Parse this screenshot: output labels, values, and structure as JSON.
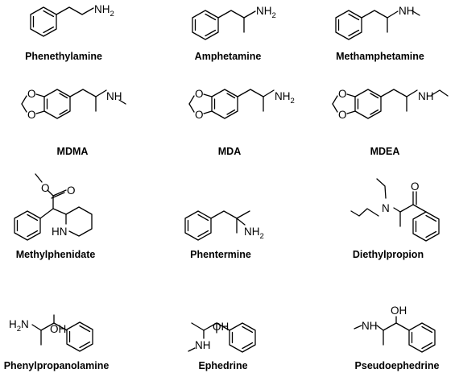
{
  "molecules": [
    {
      "id": "phenethylamine",
      "name": "Phenethylamine",
      "labels": {
        "amine_main": "NH",
        "amine_sub": "2"
      }
    },
    {
      "id": "amphetamine",
      "name": "Amphetamine",
      "labels": {
        "amine_main": "NH",
        "amine_sub": "2"
      }
    },
    {
      "id": "methamphetamine",
      "name": "Methamphetamine",
      "labels": {
        "amine": "NH"
      }
    },
    {
      "id": "mdma",
      "name": "MDMA",
      "labels": {
        "o1": "O",
        "o2": "O",
        "amine": "NH"
      }
    },
    {
      "id": "mda",
      "name": "MDA",
      "labels": {
        "o1": "O",
        "o2": "O",
        "amine_main": "NH",
        "amine_sub": "2"
      }
    },
    {
      "id": "mdea",
      "name": "MDEA",
      "labels": {
        "o1": "O",
        "o2": "O",
        "amine": "NH"
      }
    },
    {
      "id": "methylphenidate",
      "name": "Methylphenidate",
      "labels": {
        "ester_o": "O",
        "carbonyl_o": "O",
        "ring_n": "HN"
      }
    },
    {
      "id": "phentermine",
      "name": "Phentermine",
      "labels": {
        "amine_main": "NH",
        "amine_sub": "2"
      }
    },
    {
      "id": "diethylpropion",
      "name": "Diethylpropion",
      "labels": {
        "n": "N",
        "carbonyl_o": "O"
      }
    },
    {
      "id": "phenylpropanolamine",
      "name": "Phenylpropanolamine",
      "labels": {
        "oh": "OH",
        "amine_main": "H",
        "amine_sub": "2",
        "amine_n": "N"
      }
    },
    {
      "id": "ephedrine",
      "name": "Ephedrine",
      "labels": {
        "oh": "OH",
        "amine": "NH"
      }
    },
    {
      "id": "pseudoephedrine",
      "name": "Pseudoephedrine",
      "labels": {
        "oh": "OH",
        "amine": "NH"
      }
    }
  ]
}
